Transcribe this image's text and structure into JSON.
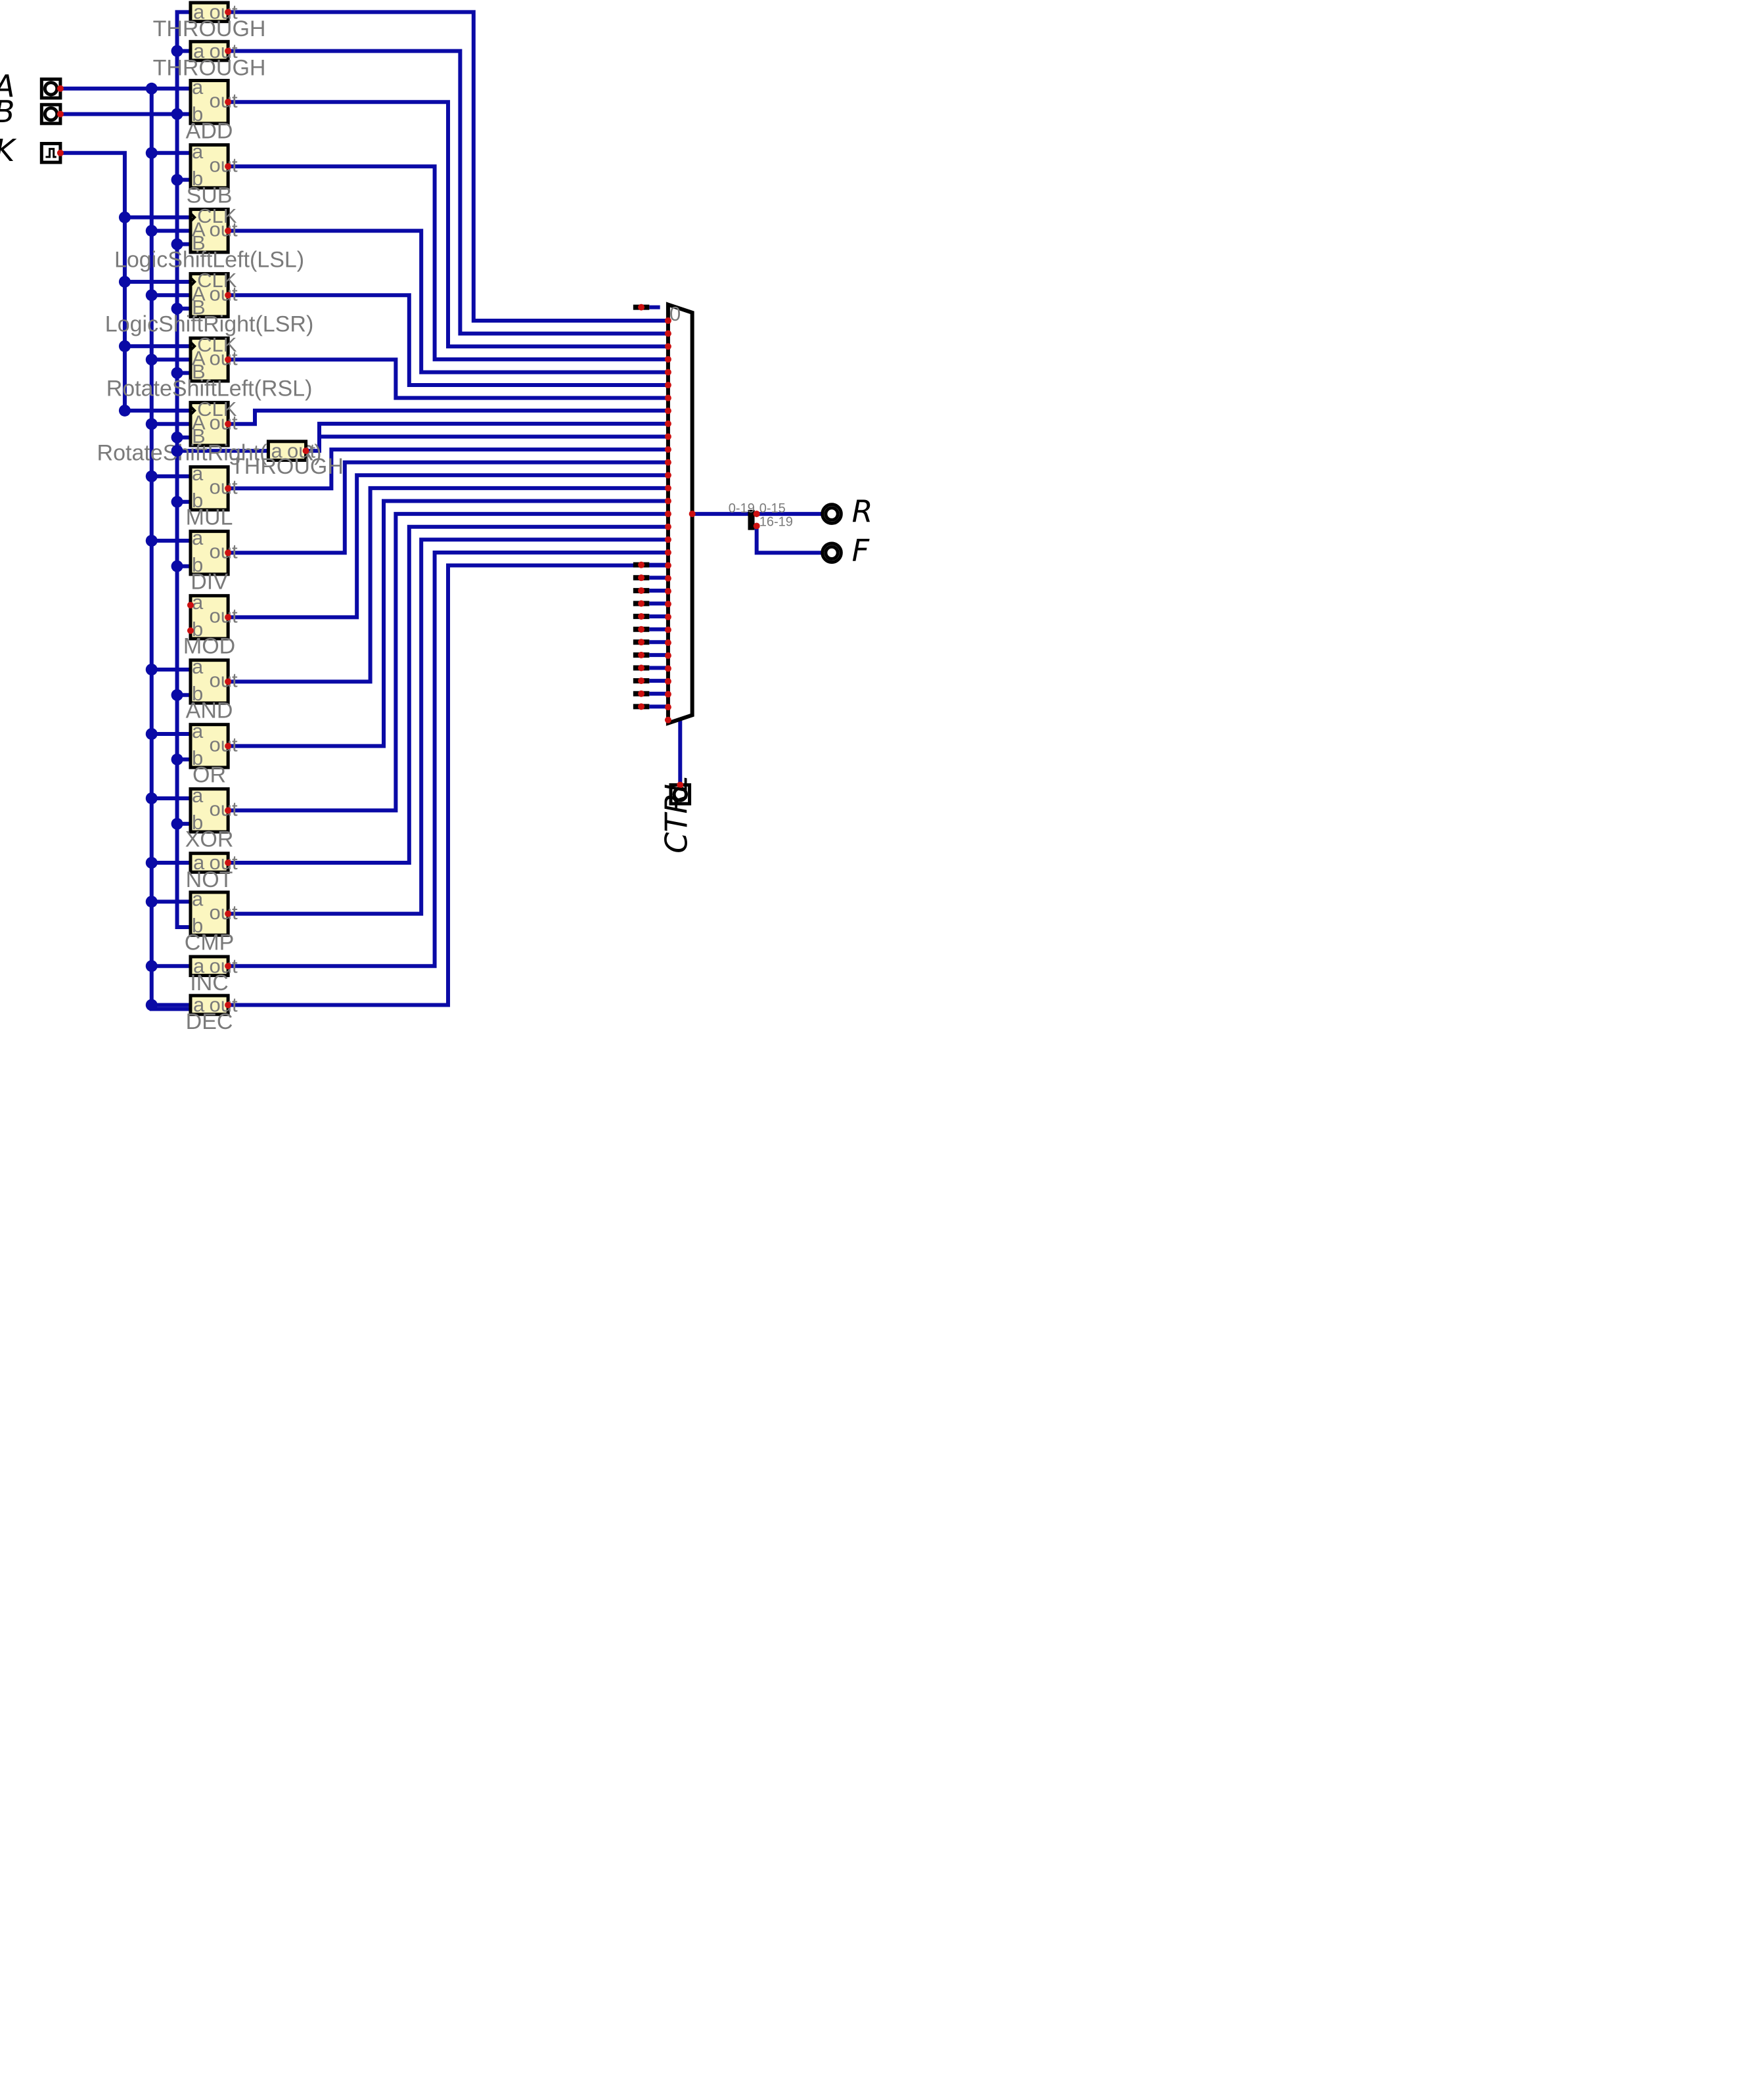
{
  "inputs": {
    "a": "A",
    "b": "B",
    "clk": "CLK",
    "ctrl": "CTRL"
  },
  "outputs": {
    "r": "R",
    "f": "F"
  },
  "pin_labels": {
    "a": "a",
    "b": "b",
    "out": "out",
    "clk": "CLK",
    "A": "A",
    "B": "B"
  },
  "mux": {
    "zero": "0"
  },
  "splitter": {
    "in": "0-19",
    "out_low": "0-15",
    "out_high": "16-19"
  },
  "components": [
    {
      "name": "THROUGH"
    },
    {
      "name": "THROUGH"
    },
    {
      "name": "ADD"
    },
    {
      "name": "SUB"
    },
    {
      "name": "LogicShiftLeft(LSL)"
    },
    {
      "name": "LogicShiftRight(LSR)"
    },
    {
      "name": "RotateShiftLeft(RSL)"
    },
    {
      "name": "RotateShiftRight(RSR)"
    },
    {
      "name": "THROUGH"
    },
    {
      "name": "MUL"
    },
    {
      "name": "DIV"
    },
    {
      "name": "MOD"
    },
    {
      "name": "AND"
    },
    {
      "name": "OR"
    },
    {
      "name": "XOR"
    },
    {
      "name": "NOT"
    },
    {
      "name": "CMP"
    },
    {
      "name": "INC"
    },
    {
      "name": "DEC"
    }
  ]
}
